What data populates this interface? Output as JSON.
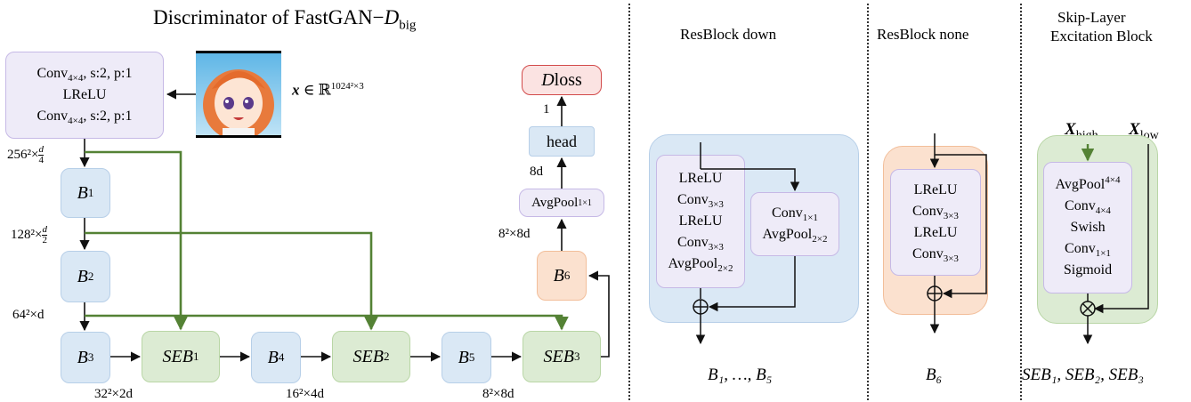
{
  "title": {
    "prefix": "Discriminator of FastGAN−",
    "var": "D",
    "sub": "big"
  },
  "input_block": {
    "conv1": "Conv",
    "conv1_sub": "4×4",
    "conv1_tail": ", s:2, p:1",
    "act": "LReLU",
    "conv2": "Conv",
    "conv2_sub": "4×4",
    "conv2_tail": ", s:2, p:1"
  },
  "input_image": {
    "label": "anime-character-image"
  },
  "input_label": {
    "var": "x",
    "in": " ∈ ℝ",
    "exp": "1024²×3"
  },
  "blocks": {
    "b1": {
      "name": "B",
      "sub": "1"
    },
    "b2": {
      "name": "B",
      "sub": "2"
    },
    "b3": {
      "name": "B",
      "sub": "3"
    },
    "b4": {
      "name": "B",
      "sub": "4"
    },
    "b5": {
      "name": "B",
      "sub": "5"
    },
    "b6": {
      "name": "B",
      "sub": "6"
    },
    "seb1": {
      "name": "SEB",
      "sub": "1"
    },
    "seb2": {
      "name": "SEB",
      "sub": "2"
    },
    "seb3": {
      "name": "SEB",
      "sub": "3"
    }
  },
  "dims": {
    "d256": {
      "base": "256²×",
      "frac_n": "d",
      "frac_d": "4"
    },
    "d128": {
      "base": "128²×",
      "frac_n": "d",
      "frac_d": "2"
    },
    "d64": "64²×d",
    "d32": "32²×2d",
    "d16": "16²×4d",
    "d8a": "8²×8d",
    "d8b": "8²×8d",
    "d8": "8d",
    "d1": "1"
  },
  "avgpool": {
    "text": "AvgPool",
    "sup": "1×1"
  },
  "head": "head",
  "dloss": {
    "var": "D",
    "text": " loss"
  },
  "resblock_down": {
    "title": "ResBlock down",
    "left": [
      "LReLU",
      "Conv",
      "LReLU",
      "Conv",
      "AvgPool"
    ],
    "left_subs": [
      "",
      "3×3",
      "",
      "3×3",
      "2×2"
    ],
    "right": [
      "Conv",
      "AvgPool"
    ],
    "right_subs": [
      "1×1",
      "2×2"
    ],
    "caption": "B₁, …, B₅"
  },
  "resblock_none": {
    "title": "ResBlock none",
    "items": [
      "LReLU",
      "Conv",
      "LReLU",
      "Conv"
    ],
    "subs": [
      "",
      "3×3",
      "",
      "3×3"
    ],
    "caption": "B₆"
  },
  "sle": {
    "title_line1": "Skip-Layer",
    "title_line2": "Excitation Block",
    "x_high": "X",
    "x_high_sub": "high",
    "x_low": "X",
    "x_low_sub": "low",
    "items": [
      "AvgPool",
      "Conv",
      "Swish",
      "Conv",
      "Sigmoid"
    ],
    "sups": [
      "4×4",
      "",
      "",
      "",
      ""
    ],
    "subs": [
      "",
      "4×4",
      "",
      "1×1",
      ""
    ],
    "caption": "SEB₁, SEB₂, SEB₃"
  },
  "colors": {
    "arrow": "#111111",
    "skip": "#548235",
    "blue_fill": "#dae8f5",
    "purple_fill": "#eeebf8",
    "green_fill": "#dcebd3",
    "orange_fill": "#fbe1cf",
    "red_border": "#d24a4a"
  }
}
